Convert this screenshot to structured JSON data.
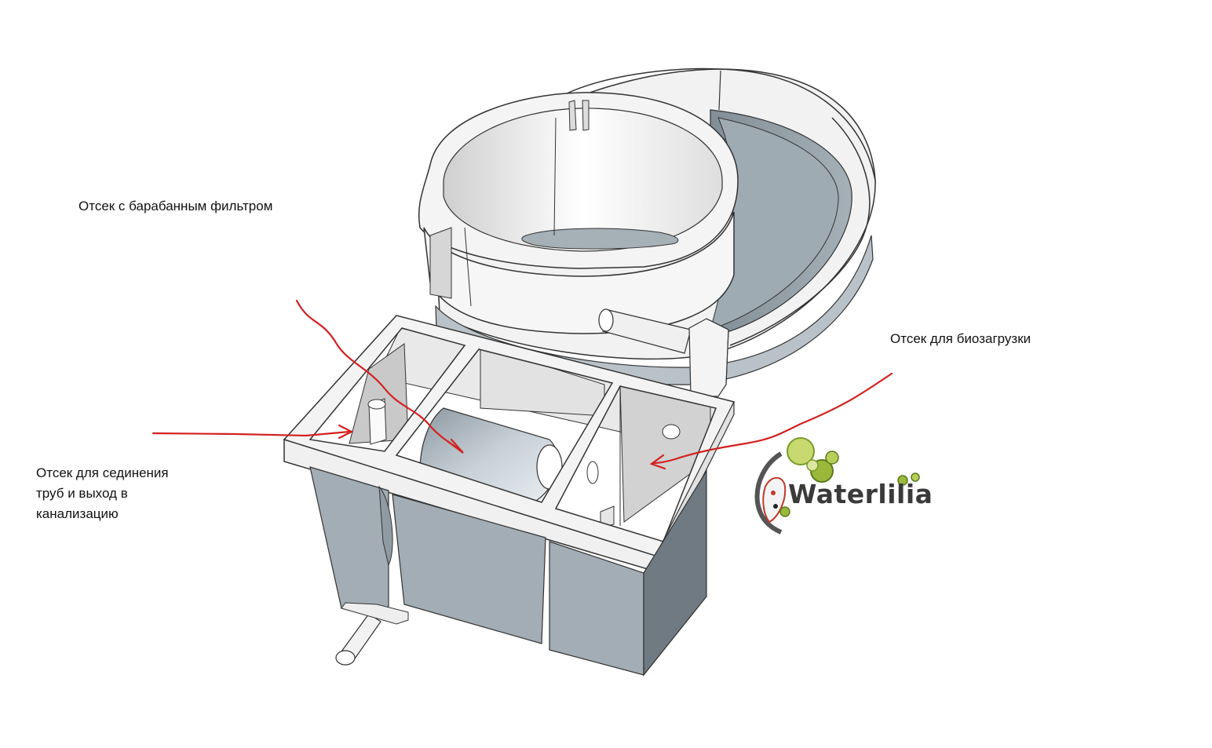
{
  "labels": {
    "drum_filter": "Отсек с барабанным фильтром",
    "bio_load": "Отсек для биозагрузки",
    "pipes_outlet": "Отсек для сединения\nтруб и выход в\nканализацию"
  },
  "logo": {
    "text": "Waterlilia"
  },
  "colors": {
    "arrow": "#d42020",
    "wall_light": "#f4f4f4",
    "wall_grey": "#a2adb5",
    "wall_dark": "#6f7a82",
    "outline": "#333333"
  }
}
